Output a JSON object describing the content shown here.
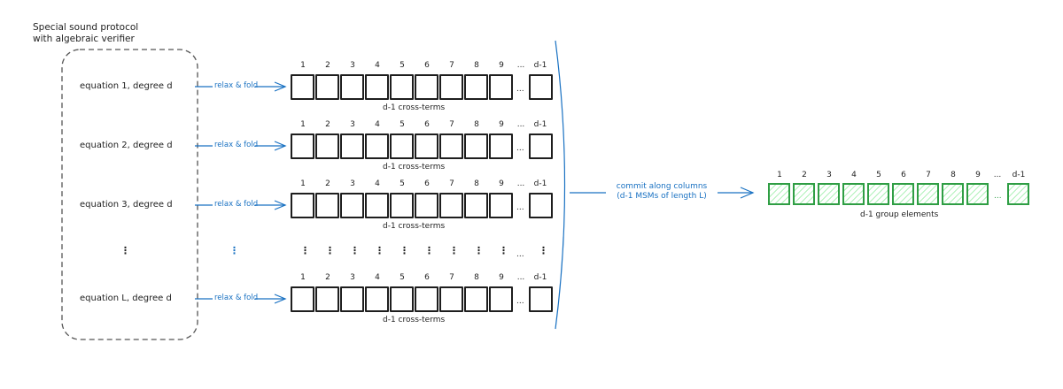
{
  "diagram": {
    "title_line1": "Special sound protocol",
    "title_line2": "with algebraic verifier",
    "equations": [
      {
        "label": "equation 1, degree d",
        "arrow": "relax & fold",
        "caption": "d-1 cross-terms"
      },
      {
        "label": "equation 2, degree d",
        "arrow": "relax & fold",
        "caption": "d-1 cross-terms"
      },
      {
        "label": "equation 3, degree d",
        "arrow": "relax & fold",
        "caption": "d-1 cross-terms"
      },
      {
        "label": "equation L, degree d",
        "arrow": "relax & fold",
        "caption": "d-1 cross-terms"
      }
    ],
    "column_labels": [
      "1",
      "2",
      "3",
      "4",
      "5",
      "6",
      "7",
      "8",
      "9",
      "...",
      "d-1"
    ],
    "ellipsis": "...",
    "vertical_ellipsis": "⋮",
    "commit_line1": "commit along columns",
    "commit_line2": "(d-1 MSMs of length L)",
    "output_caption": "d-1 group elements",
    "colors": {
      "ink": "#1e1e1e",
      "arrow_blue": "#1971c2",
      "group_green": "#2f9e44",
      "group_fill": "#b2f2bb"
    }
  }
}
